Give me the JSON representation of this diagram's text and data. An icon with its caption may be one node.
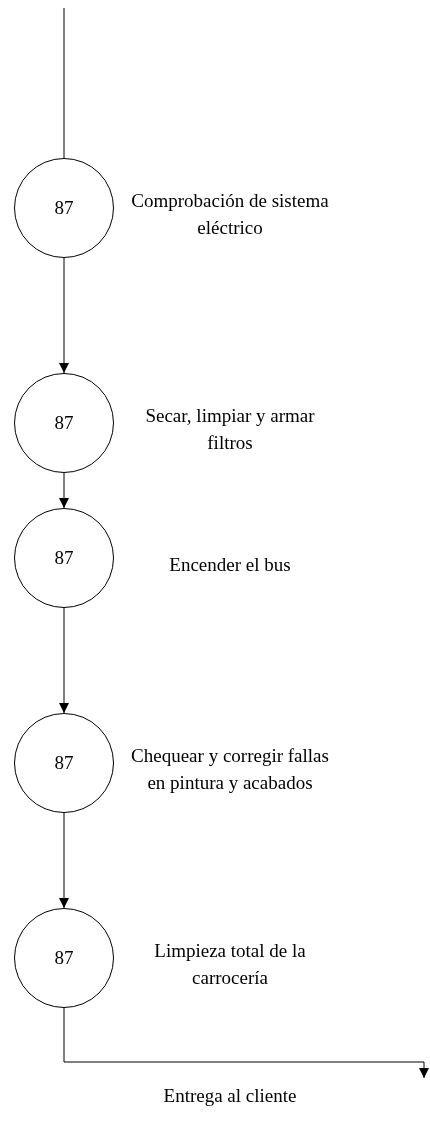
{
  "diagram": {
    "nodes": [
      {
        "text": [
          "87"
        ],
        "beside": [
          "Comprobación de sistema eléctrico"
        ]
      },
      {
        "text": [
          "87"
        ],
        "beside": [
          "Secar, limpiar y armar filtros"
        ]
      },
      {
        "text": [
          "87"
        ],
        "beside": [
          "Encender el bus"
        ]
      },
      {
        "text": [
          "87"
        ],
        "beside": [
          "Chequear y corregir fallas en pintura y acabados"
        ]
      },
      {
        "text": [
          "87"
        ],
        "beside": [
          "Limpieza total de la carrocería"
        ]
      }
    ],
    "edges": [
      {
        "from": null,
        "to": 0,
        "arrow": "none"
      },
      {
        "from": 0,
        "to": 1,
        "arrow": "to"
      },
      {
        "from": 1,
        "to": 2,
        "arrow": "to"
      },
      {
        "from": 2,
        "to": 3,
        "arrow": "to"
      },
      {
        "from": 3,
        "to": 4,
        "arrow": "to"
      },
      {
        "from": 4,
        "to": null,
        "arrow": "to"
      }
    ],
    "labels": [
      "Entrega al cliente"
    ]
  }
}
